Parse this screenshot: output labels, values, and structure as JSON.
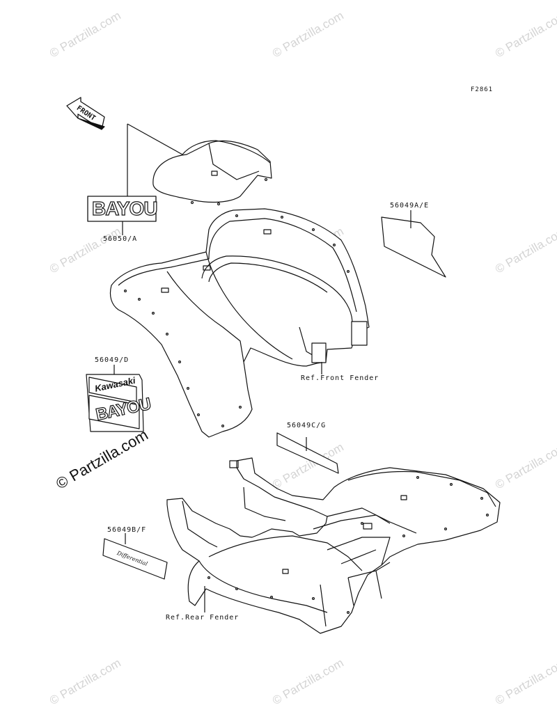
{
  "figure_code": "F2861",
  "arrow_label": "FRONT",
  "watermark": "© Partzilla.com",
  "watermark_main": "© Partzilla.com",
  "parts": [
    {
      "number": "56050/A",
      "decal_text": "BAYOU"
    },
    {
      "number": "56049A/E"
    },
    {
      "number": "56049/D",
      "decal_text_top": "Kawasaki",
      "decal_text_bottom": "BAYOU"
    },
    {
      "number": "56049C/G"
    },
    {
      "number": "56049B/F",
      "decal_text": "Differential"
    }
  ],
  "refs": {
    "front_fender": "Ref.Front Fender",
    "rear_fender": "Ref.Rear Fender"
  }
}
